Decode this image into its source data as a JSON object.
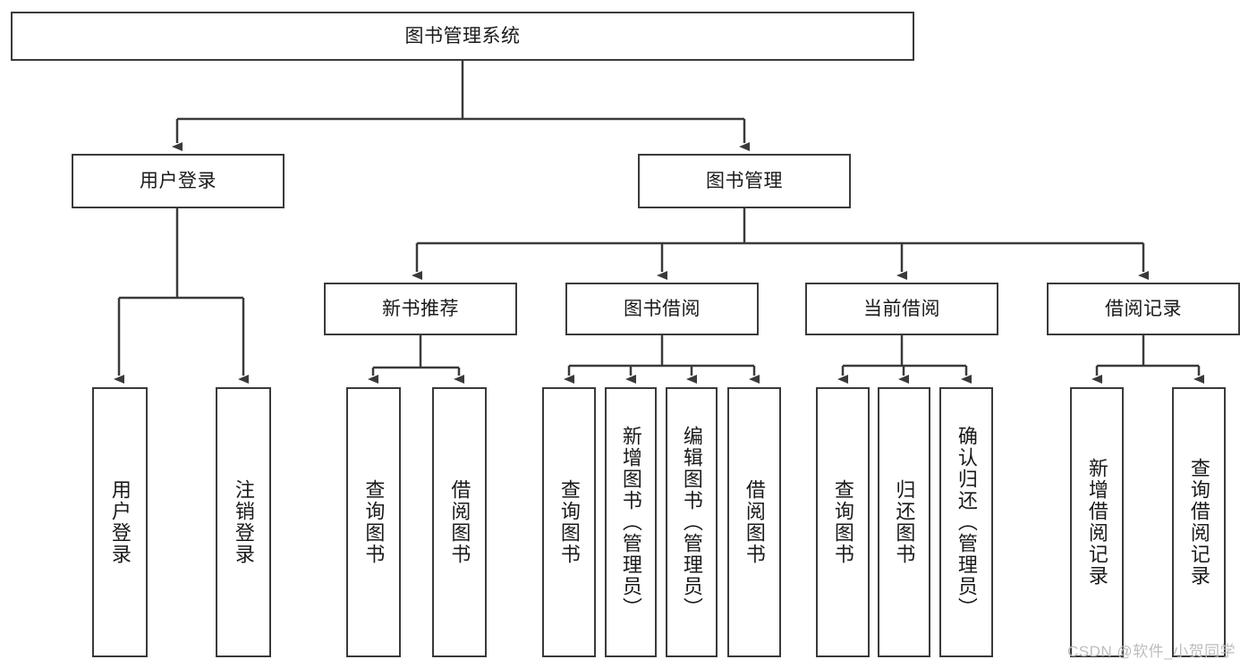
{
  "diagram": {
    "type": "tree-hierarchy-chart",
    "title": "图书管理系统",
    "colors": {
      "box_border": "#3a3a3a",
      "connector": "#3a3a3a",
      "text": "#1a1a1a",
      "background": "#ffffff",
      "watermark": "#bdbdbd"
    },
    "root": {
      "label": "图书管理系统"
    },
    "level2": [
      {
        "label": "用户登录"
      },
      {
        "label": "图书管理"
      }
    ],
    "level3": [
      {
        "label": "新书推荐"
      },
      {
        "label": "图书借阅"
      },
      {
        "label": "当前借阅"
      },
      {
        "label": "借阅记录"
      }
    ],
    "leaves": {
      "user_login": [
        {
          "label": "用户登录"
        },
        {
          "label": "注销登录"
        }
      ],
      "new_book_recommend": [
        {
          "label": "查询图书"
        },
        {
          "label": "借阅图书"
        }
      ],
      "book_borrow": [
        {
          "label": "查询图书"
        },
        {
          "label": "新增图书（管理员）"
        },
        {
          "label": "编辑图书（管理员）"
        },
        {
          "label": "借阅图书"
        }
      ],
      "current_borrow": [
        {
          "label": "查询图书"
        },
        {
          "label": "归还图书"
        },
        {
          "label": "确认归还（管理员）"
        }
      ],
      "borrow_record": [
        {
          "label": "新增借阅记录"
        },
        {
          "label": "查询借阅记录"
        }
      ]
    }
  },
  "watermark": {
    "text": "CSDN @软件_小贺同学"
  }
}
